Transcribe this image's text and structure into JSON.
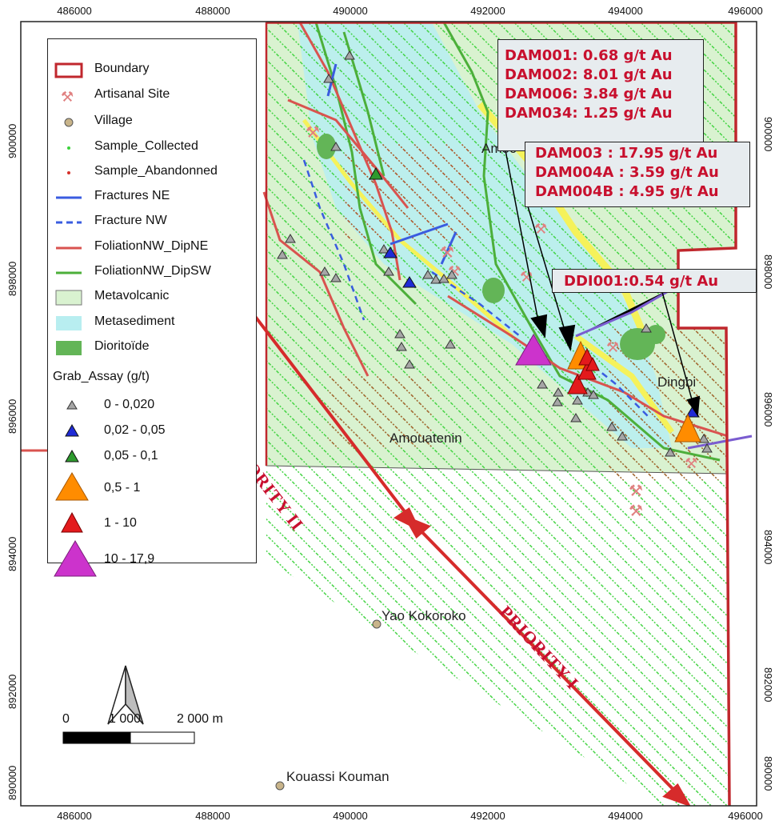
{
  "axes": {
    "x_ticks": [
      "486000",
      "488000",
      "490000",
      "492000",
      "494000",
      "496000"
    ],
    "y_ticks": [
      "900000",
      "898000",
      "896000",
      "894000",
      "892000",
      "890000"
    ]
  },
  "legend": {
    "items": [
      {
        "label": "Boundary",
        "symbol": "boundary-icon"
      },
      {
        "label": "Artisanal Site",
        "symbol": "pickaxe-icon"
      },
      {
        "label": "Village",
        "symbol": "village-dot-icon"
      },
      {
        "label": "Sample_Collected",
        "symbol": "green-dot-icon"
      },
      {
        "label": "Sample_Abandonned",
        "symbol": "red-dot-icon"
      },
      {
        "label": "Fractures NE",
        "symbol": "blue-line-icon"
      },
      {
        "label": "Fracture NW",
        "symbol": "blue-dashed-line-icon"
      },
      {
        "label": "FoliationNW_DipNE",
        "symbol": "red-line-icon"
      },
      {
        "label": "FoliationNW_DipSW",
        "symbol": "green-line-icon"
      },
      {
        "label": "Metavolcanic",
        "symbol": "metavolcanic-swatch"
      },
      {
        "label": "Metasediment",
        "symbol": "metasediment-swatch"
      },
      {
        "label": "Dioritoïde",
        "symbol": "dioritoide-swatch"
      }
    ],
    "grab_title": "Grab_Assay (g/t)",
    "grab_classes": [
      {
        "label": "0 - 0,020",
        "color": "#a6a6a6"
      },
      {
        "label": "0,02 - 0,05",
        "color": "#1f2bd6"
      },
      {
        "label": "0,05 - 0,1",
        "color": "#2e9a2e"
      },
      {
        "label": "0,5 - 1",
        "color": "#ff8c00"
      },
      {
        "label": "1 - 10",
        "color": "#e31a1c"
      },
      {
        "label": "10 - 17,9",
        "color": "#cc33cc"
      }
    ]
  },
  "annotations": {
    "box1": [
      "DAM001: 0.68 g/t Au",
      "DAM002: 8.01 g/t Au",
      "DAM006: 3.84 g/t Au",
      "DAM034: 1.25 g/t Au"
    ],
    "box2": [
      "DAM003   : 17.95 g/t Au",
      "DAM004A :  3.59 g/t Au",
      "DAM004B :  4.95 g/t Au"
    ],
    "box3": [
      "DDI001:0.54 g/t Au"
    ]
  },
  "places": {
    "amoc": "Amoc",
    "amouatenin": "Amouatenin",
    "dingbi": "Dingbi",
    "yao": "Yao Kokoroko",
    "kouassi": "Kouassi Kouman"
  },
  "zones": {
    "priority2": "PRIORITY II",
    "priority1": "PRIORITY I"
  },
  "scale": {
    "l0": "0",
    "l1": "1 000",
    "l2": "2 000 m"
  },
  "colors": {
    "boundary": "#c0272d",
    "metavolcanic": "#d9f2d0",
    "metasediment": "#b8eef0",
    "dioritoide": "#63b557",
    "fracture": "#3a5ce0",
    "foliation_ne": "#d9534f",
    "foliation_sw": "#4caf3a",
    "annotation_text": "#c8102e"
  }
}
